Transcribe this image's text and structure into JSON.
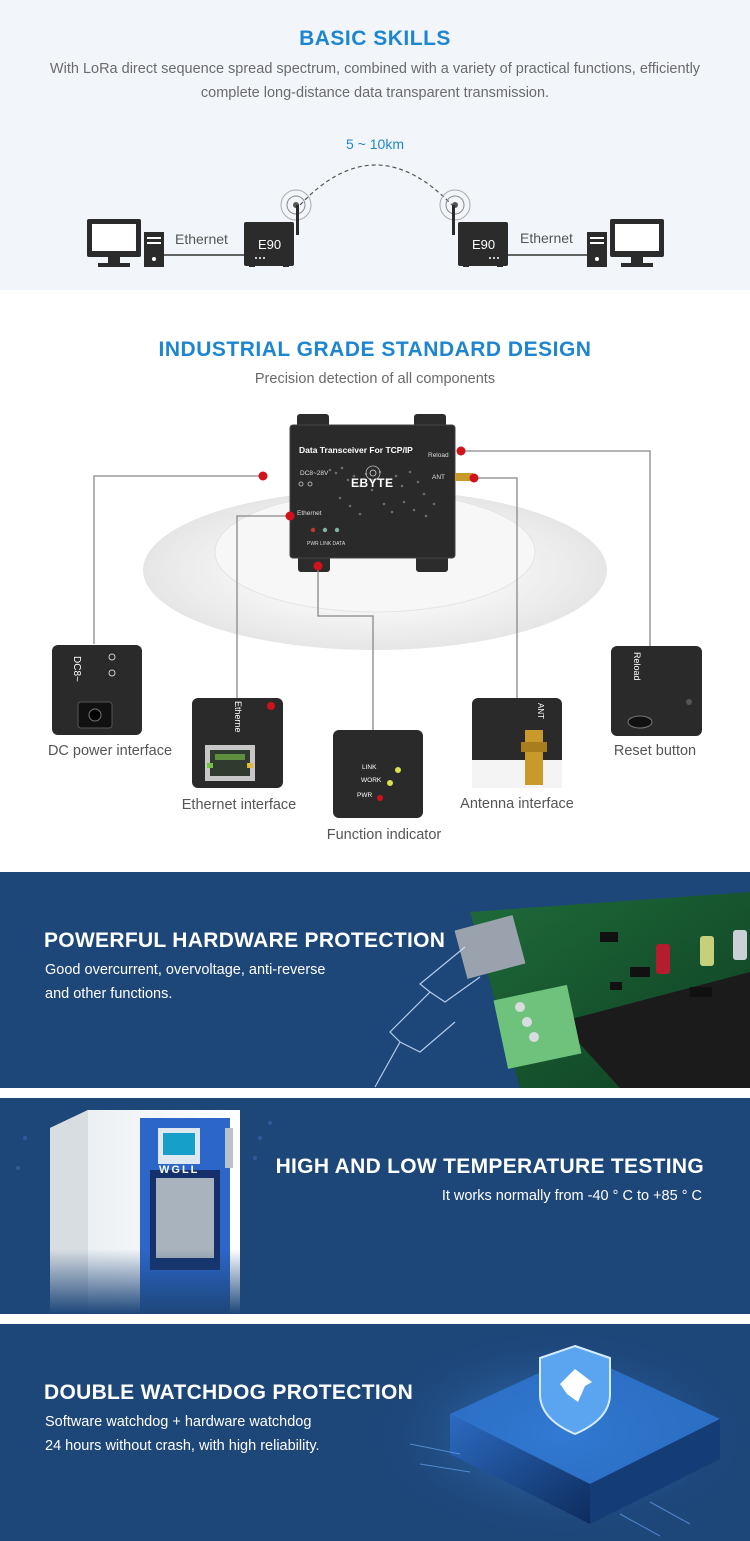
{
  "basic_skills": {
    "title": "BASIC SKILLS",
    "subtitle_line1": "With LoRa direct sequence spread spectrum, combined with a variety of practical functions, efficiently",
    "subtitle_line2": "complete long-distance data transparent transmission.",
    "distance_label": "5 ~ 10km",
    "left_link_label": "Ethernet",
    "right_link_label": "Ethernet",
    "left_device_label": "E90",
    "right_device_label": "E90"
  },
  "industrial": {
    "title": "INDUSTRIAL GRADE STANDARD DESIGN",
    "subtitle": "Precision detection of all components",
    "device": {
      "header": "Data Transceiver For TCP/IP",
      "brand": "EBYTE",
      "reload_label": "Reload",
      "ant_label": "ANT",
      "power_label": "DC8~28V",
      "ethernet_label": "Ethernet",
      "leds_label": "PWR LINK DATA"
    },
    "components": [
      {
        "label": "DC power interface",
        "detail": "DC8~"
      },
      {
        "label": "Ethernet interface",
        "detail": "Etherne"
      },
      {
        "label": "Function indicator",
        "detail_link": "LINK",
        "detail_work": "WORK",
        "detail_pwr": "PWR"
      },
      {
        "label": "Antenna interface",
        "detail": "ANT"
      },
      {
        "label": "Reset button",
        "detail": "Reload"
      }
    ]
  },
  "hardware": {
    "title": "POWERFUL HARDWARE PROTECTION",
    "line1": "Good overcurrent, overvoltage, anti-reverse",
    "line2": "and other functions."
  },
  "temperature": {
    "title": "HIGH AND LOW TEMPERATURE TESTING",
    "line1": "It works normally from -40 ° C to +85 ° C",
    "chamber_brand": "WGLL"
  },
  "watchdog": {
    "title": "DOUBLE WATCHDOG PROTECTION",
    "line1": "Software watchdog + hardware watchdog",
    "line2": "24 hours without crash, with high reliability."
  },
  "colors": {
    "accent_blue": "#1e86d0",
    "dark_navy": "#1d4679",
    "marker_red": "#d0121b"
  }
}
